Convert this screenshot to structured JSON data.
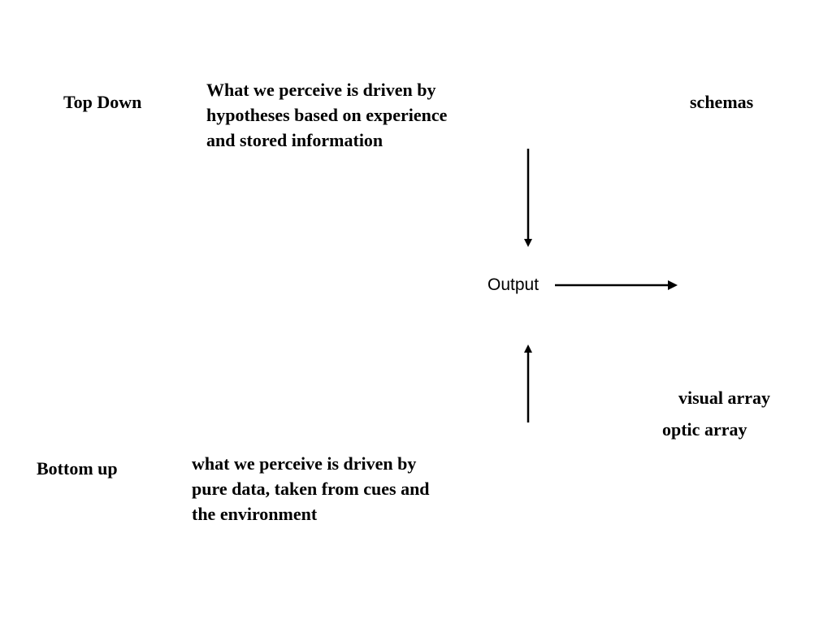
{
  "top_down": {
    "label": "Top Down",
    "description_lines": [
      "What we perceive is driven by",
      "hypotheses based on experience",
      "and stored information"
    ],
    "term": "schemas"
  },
  "bottom_up": {
    "label": "Bottom up",
    "description_lines": [
      "what we perceive is driven by",
      "pure data, taken from cues and",
      "the environment"
    ],
    "terms": [
      "visual array",
      "optic array"
    ]
  },
  "center": {
    "label": "Output"
  },
  "colors": {
    "text": "#000000",
    "arrow": "#000000",
    "background": "#ffffff"
  }
}
